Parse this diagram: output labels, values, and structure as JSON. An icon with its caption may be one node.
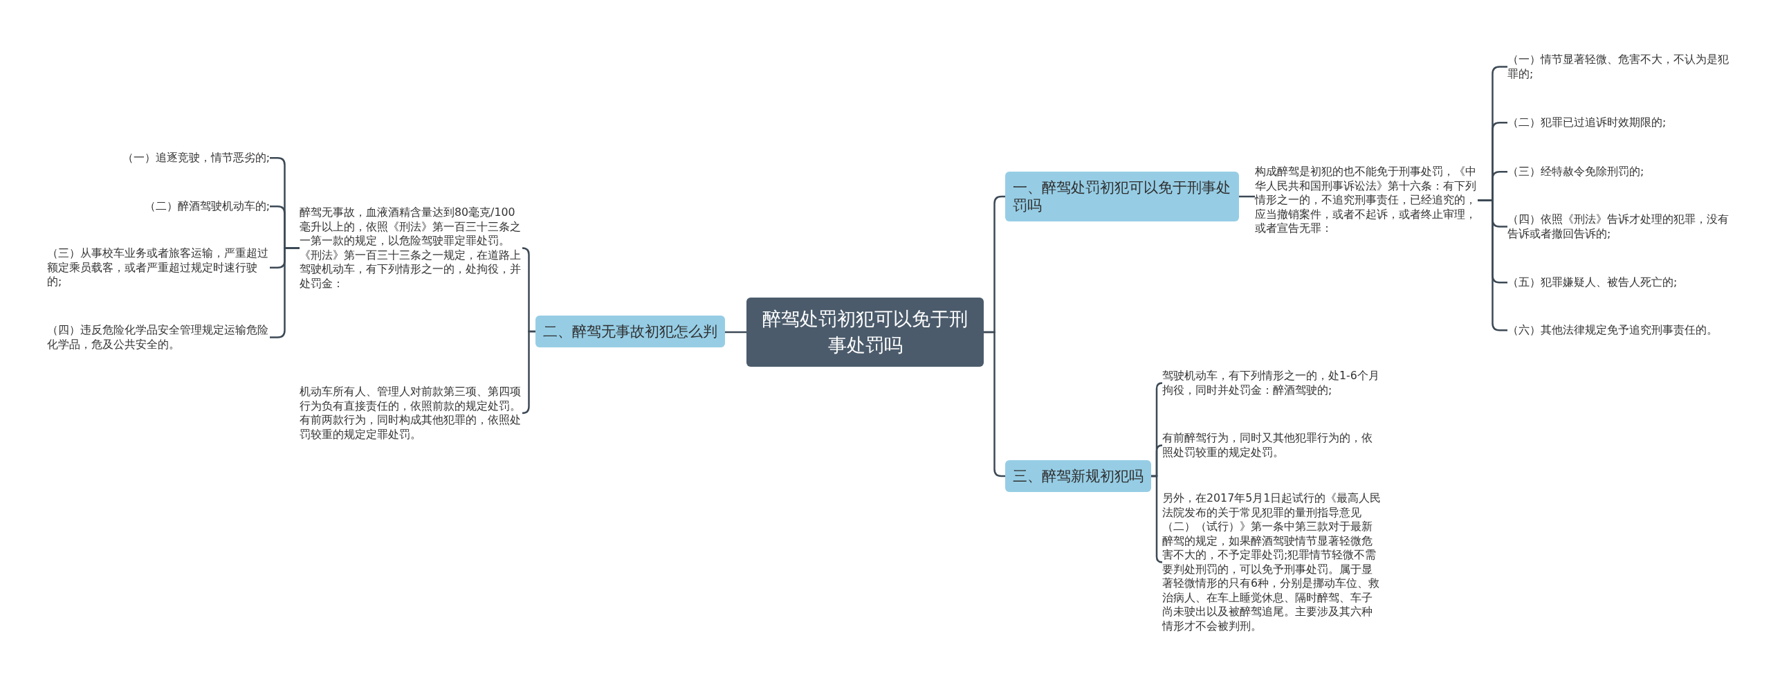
{
  "diagram": {
    "nodes": [
      {
        "text": [
          "醉驾处罚初犯可以免于刑事处罚吗"
        ]
      },
      {
        "text": [
          "一、醉驾处罚初犯可以免于刑事处罚吗"
        ]
      },
      {
        "text": [
          "构成醉驾是初犯的也不能免于刑事处罚，《中华人民共和国刑事诉讼法》第十六条：有下列情形之一的，不追究刑事责任，已经追究的，应当撤销案件，或者不起诉，或者终止审理，或者宣告无罪："
        ]
      },
      {
        "text": [
          "（一）情节显著轻微、危害不大，不认为是犯罪的;"
        ]
      },
      {
        "text": [
          "（二）犯罪已过追诉时效期限的;"
        ]
      },
      {
        "text": [
          "（三）经特赦令免除刑罚的;"
        ]
      },
      {
        "text": [
          "（四）依照《刑法》告诉才处理的犯罪，没有告诉或者撤回告诉的;"
        ]
      },
      {
        "text": [
          "（五）犯罪嫌疑人、被告人死亡的;"
        ]
      },
      {
        "text": [
          "（六）其他法律规定免予追究刑事责任的。"
        ]
      },
      {
        "text": [
          "二、醉驾无事故初犯怎么判"
        ]
      },
      {
        "text": [
          "醉驾无事故，血液酒精含量达到80毫克/100毫升以上的，依照《刑法》第一百三十三条之一第一款的规定，以危险驾驶罪定罪处罚。《刑法》第一百三十三条之一规定，在道路上驾驶机动车，有下列情形之一的，处拘役，并处罚金："
        ]
      },
      {
        "text": [
          "（一）追逐竞驶，情节恶劣的;"
        ]
      },
      {
        "text": [
          "（二）醉酒驾驶机动车的;"
        ]
      },
      {
        "text": [
          "（三）从事校车业务或者旅客运输，严重超过额定乘员载客，或者严重超过规定时速行驶的;"
        ]
      },
      {
        "text": [
          "（四）违反危险化学品安全管理规定运输危险化学品，危及公共安全的。"
        ]
      },
      {
        "text": [
          "机动车所有人、管理人对前款第三项、第四项行为负有直接责任的，依照前款的规定处罚。有前两款行为，同时构成其他犯罪的，依照处罚较重的规定定罪处罚。"
        ]
      },
      {
        "text": [
          "三、醉驾新规初犯吗"
        ]
      },
      {
        "text": [
          "驾驶机动车，有下列情形之一的，处1-6个月拘役，同时并处罚金：醉酒驾驶的;"
        ]
      },
      {
        "text": [
          "有前醉驾行为，同时又其他犯罪行为的，依照处罚较重的规定处罚。"
        ]
      },
      {
        "text": [
          "另外，在2017年5月1日起试行的《最高人民法院发布的关于常见犯罪的量刑指导意见（二）（试行）》第一条中第三款对于最新醉驾的规定，如果醉酒驾驶情节显著轻微危害不大的，不予定罪处罚;犯罪情节轻微不需要判处刑罚的，可以免予刑事处罚。属于显著轻微情形的只有6种，分别是挪动车位、救治病人、在车上睡觉休息、隔时醉驾、车子尚未驶出以及被醉驾追尾。主要涉及其六种情形才不会被判刑。"
        ]
      }
    ],
    "edges": [
      {
        "from": 0,
        "to": 1,
        "arrow": "none"
      },
      {
        "from": 1,
        "to": 2,
        "arrow": "none"
      },
      {
        "from": 2,
        "to": 3,
        "arrow": "none"
      },
      {
        "from": 2,
        "to": 4,
        "arrow": "none"
      },
      {
        "from": 2,
        "to": 5,
        "arrow": "none"
      },
      {
        "from": 2,
        "to": 6,
        "arrow": "none"
      },
      {
        "from": 2,
        "to": 7,
        "arrow": "none"
      },
      {
        "from": 2,
        "to": 8,
        "arrow": "none"
      },
      {
        "from": 0,
        "to": 9,
        "arrow": "none"
      },
      {
        "from": 9,
        "to": 10,
        "arrow": "none"
      },
      {
        "from": 10,
        "to": 11,
        "arrow": "none"
      },
      {
        "from": 10,
        "to": 12,
        "arrow": "none"
      },
      {
        "from": 10,
        "to": 13,
        "arrow": "none"
      },
      {
        "from": 10,
        "to": 14,
        "arrow": "none"
      },
      {
        "from": 9,
        "to": 15,
        "arrow": "none"
      },
      {
        "from": 0,
        "to": 16,
        "arrow": "none"
      },
      {
        "from": 16,
        "to": 17,
        "arrow": "none"
      },
      {
        "from": 16,
        "to": 18,
        "arrow": "none"
      },
      {
        "from": 16,
        "to": 19,
        "arrow": "none"
      }
    ]
  }
}
